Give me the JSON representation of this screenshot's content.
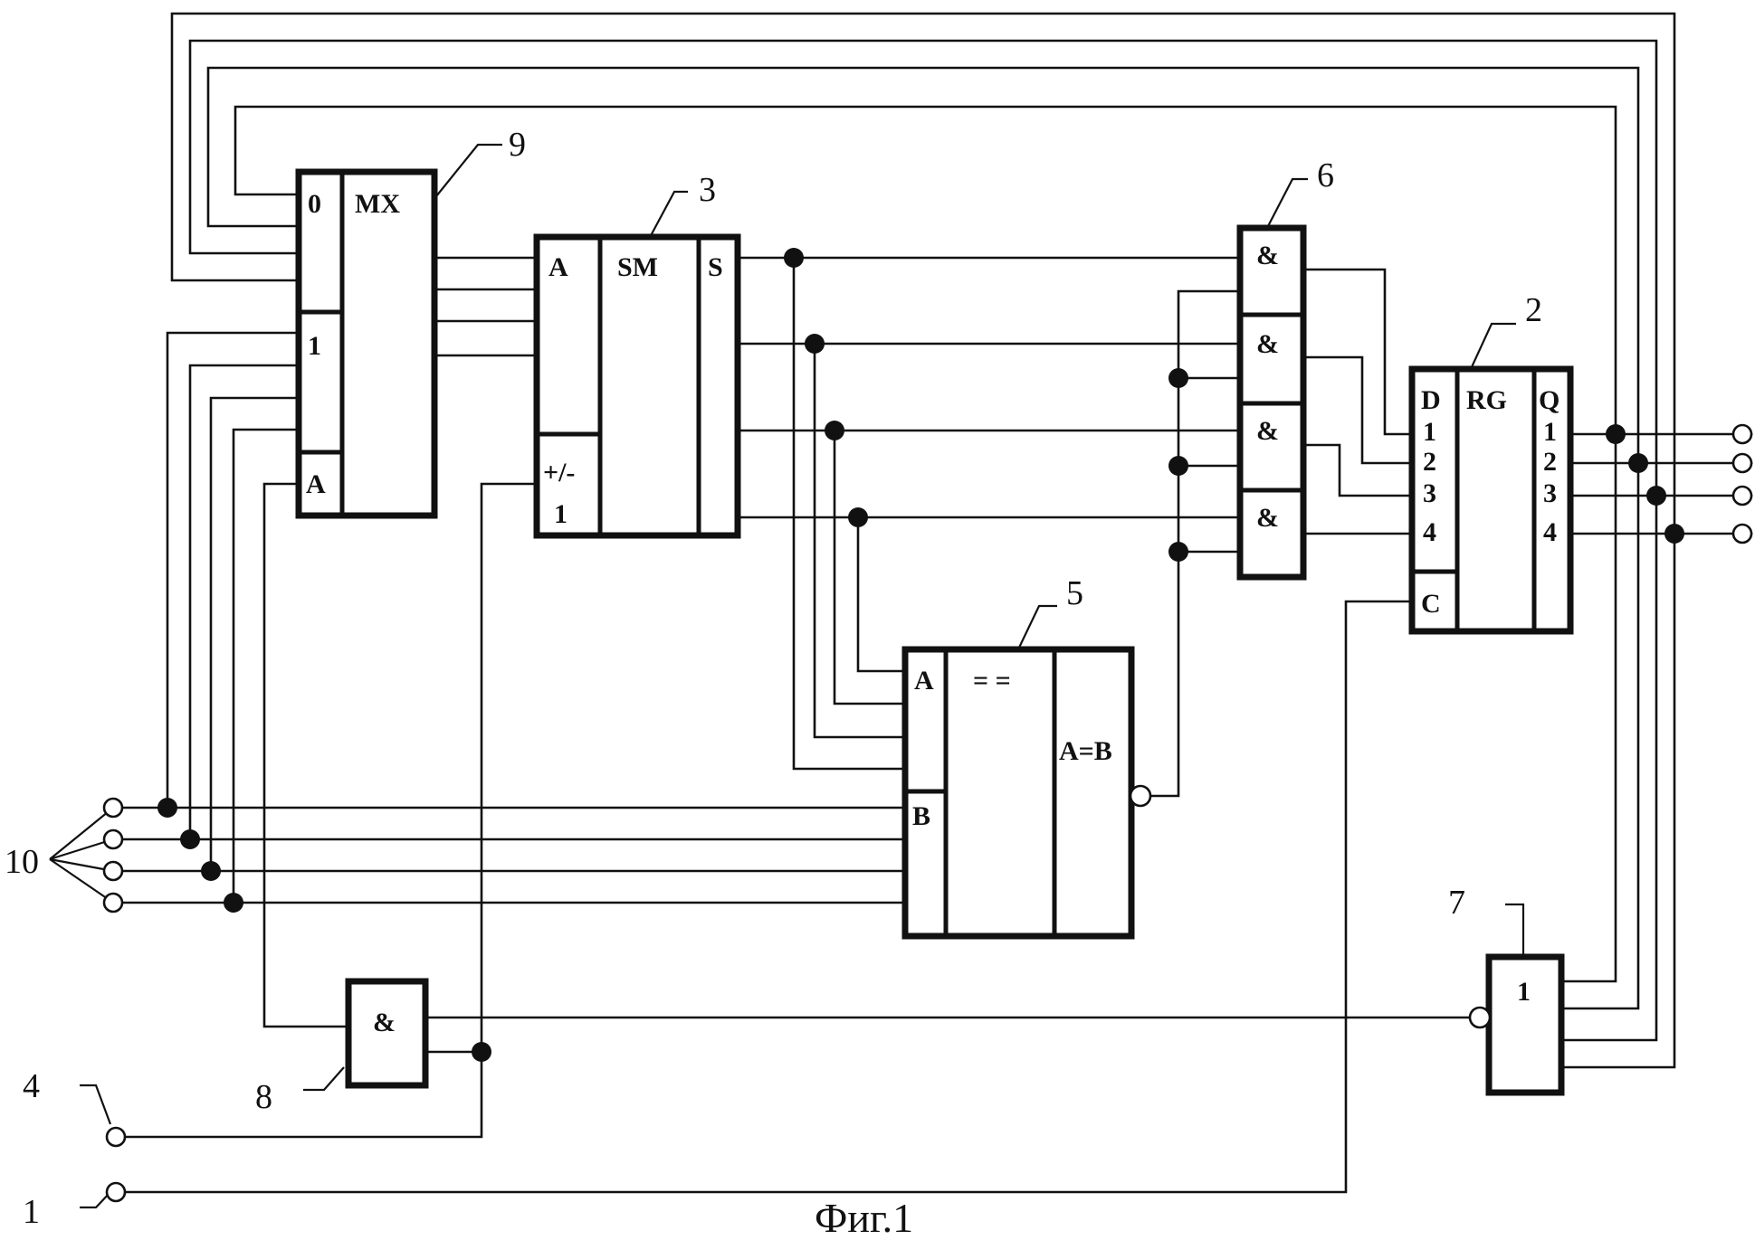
{
  "figure": {
    "caption": "Фиг.1"
  },
  "ref_numbers": {
    "n1": "1",
    "n2": "2",
    "n3": "3",
    "n4": "4",
    "n5": "5",
    "n6": "6",
    "n7": "7",
    "n8": "8",
    "n9": "9",
    "n10": "10"
  },
  "mux": {
    "title": "MX",
    "in0": "0",
    "in1": "1",
    "addr": "A"
  },
  "adder": {
    "in_a": "A",
    "title": "SM",
    "out_s": "S",
    "ctrl_top": "+/-",
    "ctrl_bot": "1"
  },
  "and_gates": {
    "label": "&"
  },
  "register": {
    "d": "D",
    "title": "RG",
    "q": "Q",
    "d_bits": [
      "1",
      "2",
      "3",
      "4"
    ],
    "q_bits": [
      "1",
      "2",
      "3",
      "4"
    ],
    "clk": "C"
  },
  "comparator": {
    "in_a": "A",
    "title": "= =",
    "out": "A=B",
    "in_b": "B"
  },
  "and8": {
    "label": "&"
  },
  "or7": {
    "label": "1"
  }
}
